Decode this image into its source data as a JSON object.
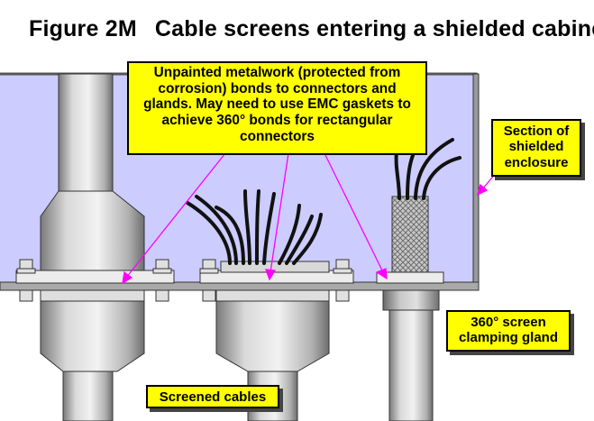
{
  "figure": {
    "number": "Figure 2M",
    "title": "Cable screens entering a shielded cabinet"
  },
  "callouts": {
    "bonding_note": {
      "lines": [
        "Unpainted metalwork (protected from",
        "corrosion) bonds to connectors and",
        "glands. May need to use EMC gaskets to",
        "achieve 360° bonds for rectangular",
        "connectors"
      ]
    },
    "enclosure_section": {
      "lines": [
        "Section of",
        "shielded",
        "enclosure"
      ]
    },
    "clamping_gland": {
      "lines": [
        "360° screen",
        "clamping gland"
      ]
    },
    "screened_cables": {
      "text": "Screened cables"
    }
  },
  "colors": {
    "enclosure_fill": "#ccccff",
    "label_fill": "#ffff00",
    "metal_light": "#e6e6e6",
    "metal_shade": "#8c8c8c",
    "pointer": "#ff00ff",
    "braid": "#b5b5b5"
  }
}
